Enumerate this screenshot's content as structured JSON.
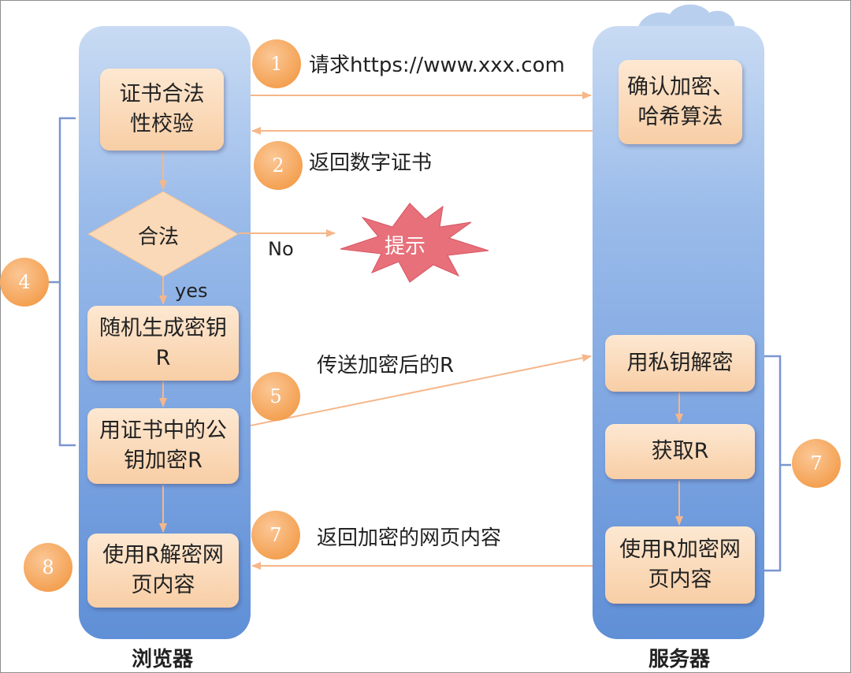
{
  "browser": {
    "title": "浏览器",
    "steps": {
      "verify_cert": "证书合法性校验",
      "valid": "合法",
      "yes": "yes",
      "no": "No",
      "gen_key": "随机生成密钥R",
      "encrypt_key": "用证书中的公钥加密R",
      "decrypt_page": "使用R解密网页内容"
    }
  },
  "server": {
    "title": "服务器",
    "steps": {
      "confirm": "确认加密、哈希算法",
      "decrypt_private": "用私钥解密",
      "get_r": "获取R",
      "encrypt_page": "使用R加密网页内容"
    }
  },
  "alert": "提示",
  "messages": {
    "request": "请求https://www.xxx.com",
    "return_cert": "返回数字证书",
    "send_r": "传送加密后的R",
    "return_page": "返回加密的网页内容"
  },
  "badges": {
    "b1": "1",
    "b2": "2",
    "b4": "4",
    "b5": "5",
    "b7a": "7",
    "b7b": "7",
    "b8": "8"
  },
  "colors": {
    "arrow": "#f5b78a",
    "column": "#79a2e0",
    "box": "#f8cea5",
    "badge": "#f4a254",
    "bracket": "#7a96cf",
    "alert": "#e8707a"
  }
}
